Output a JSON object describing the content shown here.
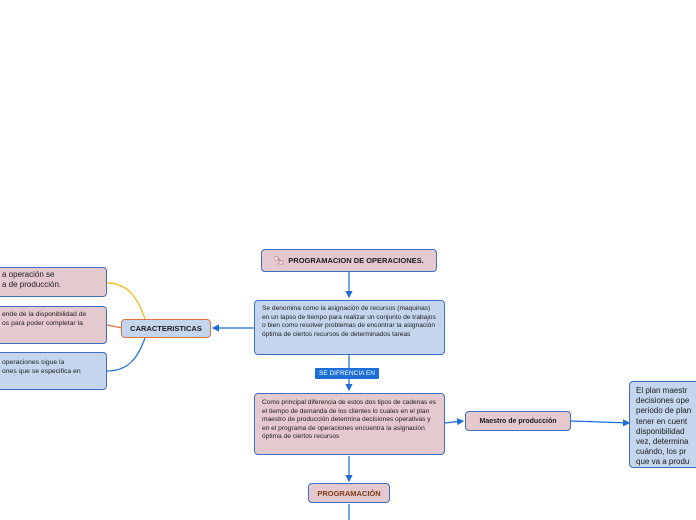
{
  "nodes": {
    "root": {
      "label": "PROGRAMACION DE OPERACIONES."
    },
    "definition": {
      "text": "Se denomina como la asignación de recursos (maquinas) en un lapso de tiempo para realizar un conjunto de trabajos o bien como resolver problemas de encontrar la asignación óptima de ciertos recursos de determinados tareas"
    },
    "characteristics": {
      "label": "CARACTERISTICAS"
    },
    "char1": {
      "line1": "a operación se",
      "line2": "a de producción."
    },
    "char2": {
      "line1": "ende de la disponibilidad de",
      "line2": "os para poder completar la"
    },
    "char3": {
      "line1": "operaciones sigue la",
      "line2": "ones que se especifica en"
    },
    "difference_label": {
      "text": "SE DIFRENCIA EN"
    },
    "difference": {
      "text": "Como principal diferencia de estos dos tipos de cadenas es el tiempo de demanda de los clientes lo cuales en el plan maestro de producción determina decisiones operativas y en el programa de operaciones encuentra la asignación óptima de ciertos recursos"
    },
    "master": {
      "label": "Maestro de producción"
    },
    "master_desc": {
      "lines": [
        "El plan maestr",
        "decisiones ope",
        "periodo de plan",
        "tener en cuent",
        "disponibilidad",
        "vez, determina",
        "cuándo, los pr",
        "que va a produ"
      ]
    },
    "programming": {
      "label": "PROGRAMACIÓN"
    }
  },
  "colors": {
    "pink": "#e6c8cf",
    "blue": "#c3d6ee",
    "border": "#3b6fc4",
    "link": "#1b6fd6",
    "char_link_top": "#f4b400",
    "orange_node_border": "#e07040",
    "programming_text": "#7a3c10"
  }
}
